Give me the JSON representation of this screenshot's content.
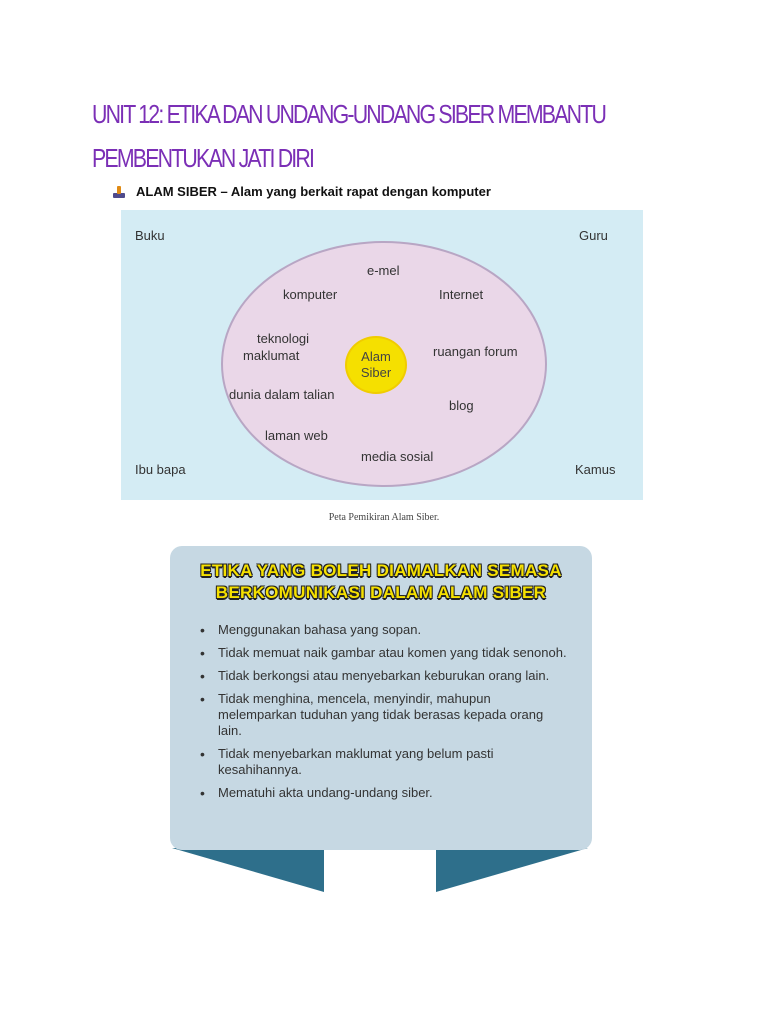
{
  "heading": {
    "line1": "UNIT 12: ETIKA DAN UNDANG-UNDANG SIBER MEMBANTU",
    "line2": "PEMBENTUKAN JATI DIRI"
  },
  "intro": "ALAM SIBER – Alam yang berkait rapat dengan komputer",
  "mindmap": {
    "corners": {
      "top_left": "Buku",
      "top_right": "Guru",
      "bottom_left": "Ibu bapa",
      "bottom_right": "Kamus"
    },
    "center_line1": "Alam",
    "center_line2": "Siber",
    "nodes": {
      "emel": "e-mel",
      "komputer": "komputer",
      "internet": "Internet",
      "teknologi_line1": "teknologi",
      "teknologi_line2": "maklumat",
      "forum": "ruangan forum",
      "dunia": "dunia dalam talian",
      "blog": "blog",
      "laman": "laman web",
      "media": "media sosial"
    },
    "caption": "Peta Pemikiran Alam Siber."
  },
  "ethics": {
    "title_line1": "ETIKA YANG BOLEH DIAMALKAN SEMASA",
    "title_line2": "BERKOMUNIKASI DALAM ALAM SIBER",
    "items": [
      "Menggunakan bahasa yang sopan.",
      "Tidak memuat naik gambar atau komen yang tidak senonoh.",
      "Tidak berkongsi atau menyebarkan keburukan orang lain.",
      "Tidak menghina, mencela, menyindir, mahupun melemparkan tuduhan yang tidak berasas kepada orang lain.",
      "Tidak menyebarkan maklumat yang belum pasti kesahihannya.",
      "Mematuhi akta undang-undang siber."
    ]
  },
  "colors": {
    "heading": "#7b2fb6",
    "banner_text": "#f5e000",
    "ribbon": "#2e6f8b"
  }
}
